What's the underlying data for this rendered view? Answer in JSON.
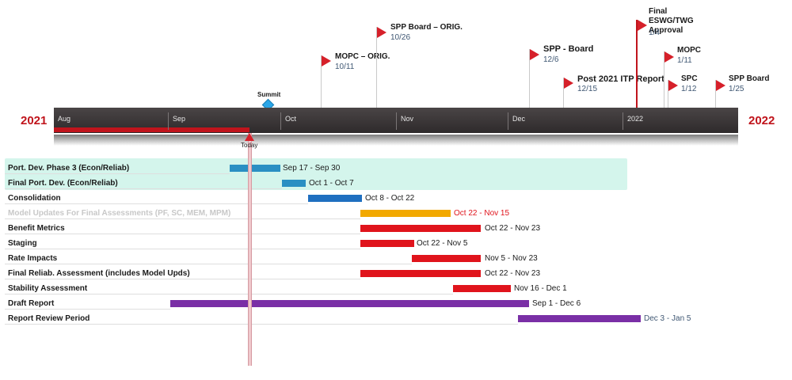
{
  "timeline": {
    "year_start": "2021",
    "year_end": "2022",
    "months": [
      "Aug",
      "Sep",
      "Oct",
      "Nov",
      "Dec",
      "2022"
    ],
    "today_label": "Today",
    "summit_label": "Summit",
    "progress_fraction": 0.286
  },
  "milestones": [
    {
      "title": "MOPC – ORIG.",
      "date": "10/11"
    },
    {
      "title": "SPP Board – ORIG.",
      "date": "10/26"
    },
    {
      "title": "SPP - Board",
      "date": "12/6"
    },
    {
      "title": "Post 2021 ITP Report",
      "date": "12/15"
    },
    {
      "title": "Final ESWG/TWG Approval",
      "date": "1/4"
    },
    {
      "title": "MOPC",
      "date": "1/11"
    },
    {
      "title": "SPC",
      "date": "1/12"
    },
    {
      "title": "SPP Board",
      "date": "1/25"
    }
  ],
  "tasks": [
    {
      "name": "Port. Dev. Phase 3 (Econ/Reliab)",
      "range": "Sep 17 - Sep 30",
      "color": "#2a8fc3"
    },
    {
      "name": "Final Port. Dev. (Econ/Reliab)",
      "range": "Oct 1 - Oct 7",
      "color": "#2a8fc3"
    },
    {
      "name": "Consolidation",
      "range": "Oct 8 - Oct 22",
      "color": "#1f6fc0"
    },
    {
      "name": "Model Updates For Final Assessments (PF, SC, MEM, MPM)",
      "range": "Oct 22 - Nov 15",
      "color": "#f2a900"
    },
    {
      "name": "Benefit Metrics",
      "range": "Oct 22 - Nov 23",
      "color": "#e0141c"
    },
    {
      "name": "Staging",
      "range": "Oct 22 - Nov 5",
      "color": "#e0141c"
    },
    {
      "name": "Rate Impacts",
      "range": "Nov 5 - Nov 23",
      "color": "#e0141c"
    },
    {
      "name": "Final Reliab. Assessment (includes Model Upds)",
      "range": "Oct 22 - Nov 23",
      "color": "#e0141c"
    },
    {
      "name": "Stability Assessment",
      "range": "Nov 16 - Dec 1",
      "color": "#e0141c"
    },
    {
      "name": "Draft Report",
      "range": "Sep 1 - Dec 6",
      "color": "#7a2fa6"
    },
    {
      "name": "Report Review Period",
      "range": "Dec 3 - Jan 5",
      "color": "#7a2fa6"
    }
  ]
}
